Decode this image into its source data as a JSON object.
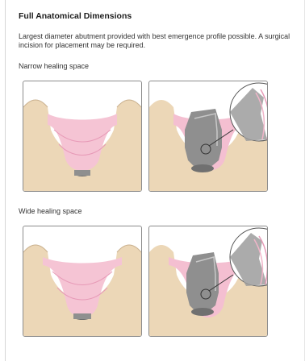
{
  "heading": "Full Anatomical Dimensions",
  "description": "Largest diameter abutment provided with best emergence profile possible. A surgical incision for placement may be required.",
  "sections": [
    {
      "label": "Narrow healing space",
      "images": [
        {
          "name": "narrow-healing-implant-illustration",
          "icon": "implant-site-icon"
        },
        {
          "name": "narrow-abutment-magnified-illustration",
          "icon": "abutment-magnifier-icon"
        }
      ]
    },
    {
      "label": "Wide healing space",
      "images": [
        {
          "name": "wide-healing-implant-illustration",
          "icon": "implant-site-icon"
        },
        {
          "name": "wide-abutment-magnified-illustration",
          "icon": "abutment-magnifier-icon"
        }
      ]
    }
  ],
  "colors": {
    "gum": "#ecd7b7",
    "tissue": "#f3b8cc",
    "metal": "#8d8d8d",
    "panel_border": "#8c8c8c"
  }
}
